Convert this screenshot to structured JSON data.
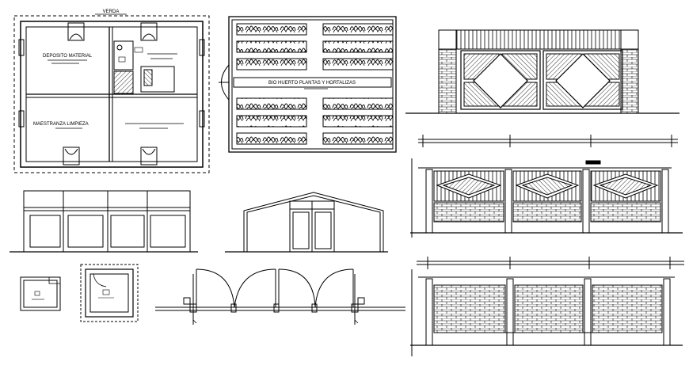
{
  "drawing": {
    "plan_title": "VERDA",
    "room_deposito": "DEPOSITO MATERIAL",
    "room_maestranza": "MAESTRANZA LIMPIEZA",
    "garden_label": "BIO HUERTO PLANTAS Y HORTALIZAS"
  },
  "colors": {
    "line": "#000000",
    "background": "#ffffff"
  }
}
